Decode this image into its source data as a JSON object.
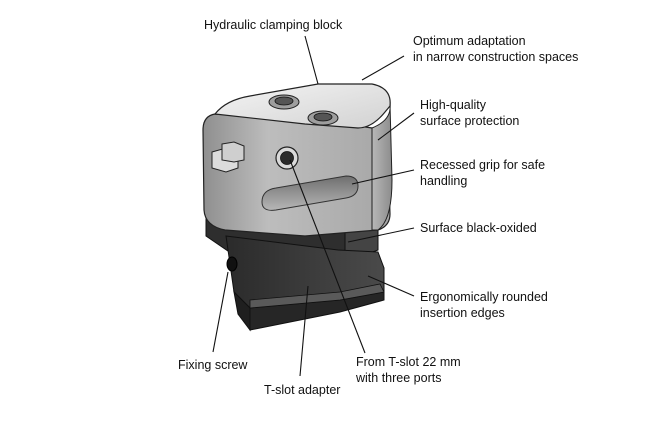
{
  "labels": {
    "hydraulic_block": "Hydraulic clamping block",
    "optimum_line1": "Optimum adaptation",
    "optimum_line2": "in narrow construction spaces",
    "surface_protection_line1": "High-quality",
    "surface_protection_line2": "surface protection",
    "recessed_grip_line1": "Recessed grip for safe",
    "recessed_grip_line2": "handling",
    "black_oxided": "Surface black-oxided",
    "rounded_edges_line1": "Ergonomically rounded",
    "rounded_edges_line2": "insertion edges",
    "fixing_screw": "Fixing screw",
    "tslot_adapter": "T-slot adapter",
    "from_tslot_line1": "From T-slot 22 mm",
    "from_tslot_line2": "with three ports"
  }
}
